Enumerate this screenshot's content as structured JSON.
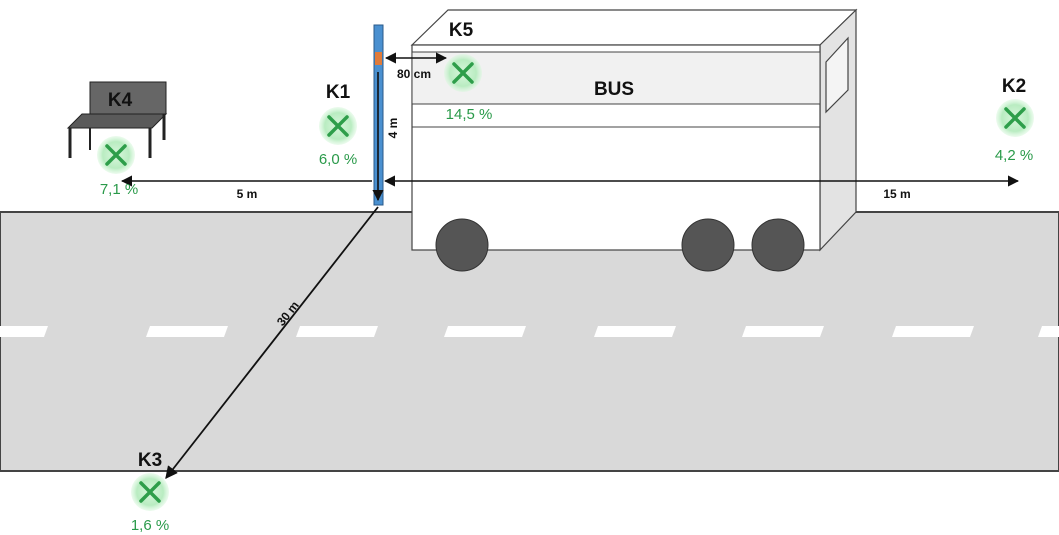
{
  "vehicle": {
    "label": "BUS"
  },
  "measurements": {
    "bench_distance": "5 m",
    "far_distance": "15 m",
    "diagonal_distance": "30 m",
    "pole_height": "4 m",
    "gap_to_bus": "80 cm"
  },
  "points": [
    {
      "id": "K1",
      "value": "6,0 %"
    },
    {
      "id": "K2",
      "value": "4,2 %"
    },
    {
      "id": "K3",
      "value": "1,6 %"
    },
    {
      "id": "K4",
      "value": "7,1 %"
    },
    {
      "id": "K5",
      "value": "14,5 %"
    }
  ],
  "colors": {
    "road": "#d9d9d9",
    "marker_glow": "#c9f0cf",
    "marker_cross": "#2e9e4a",
    "percent_text": "#2a9a4a",
    "pole": "#4a90d0",
    "wheel": "#555555"
  }
}
